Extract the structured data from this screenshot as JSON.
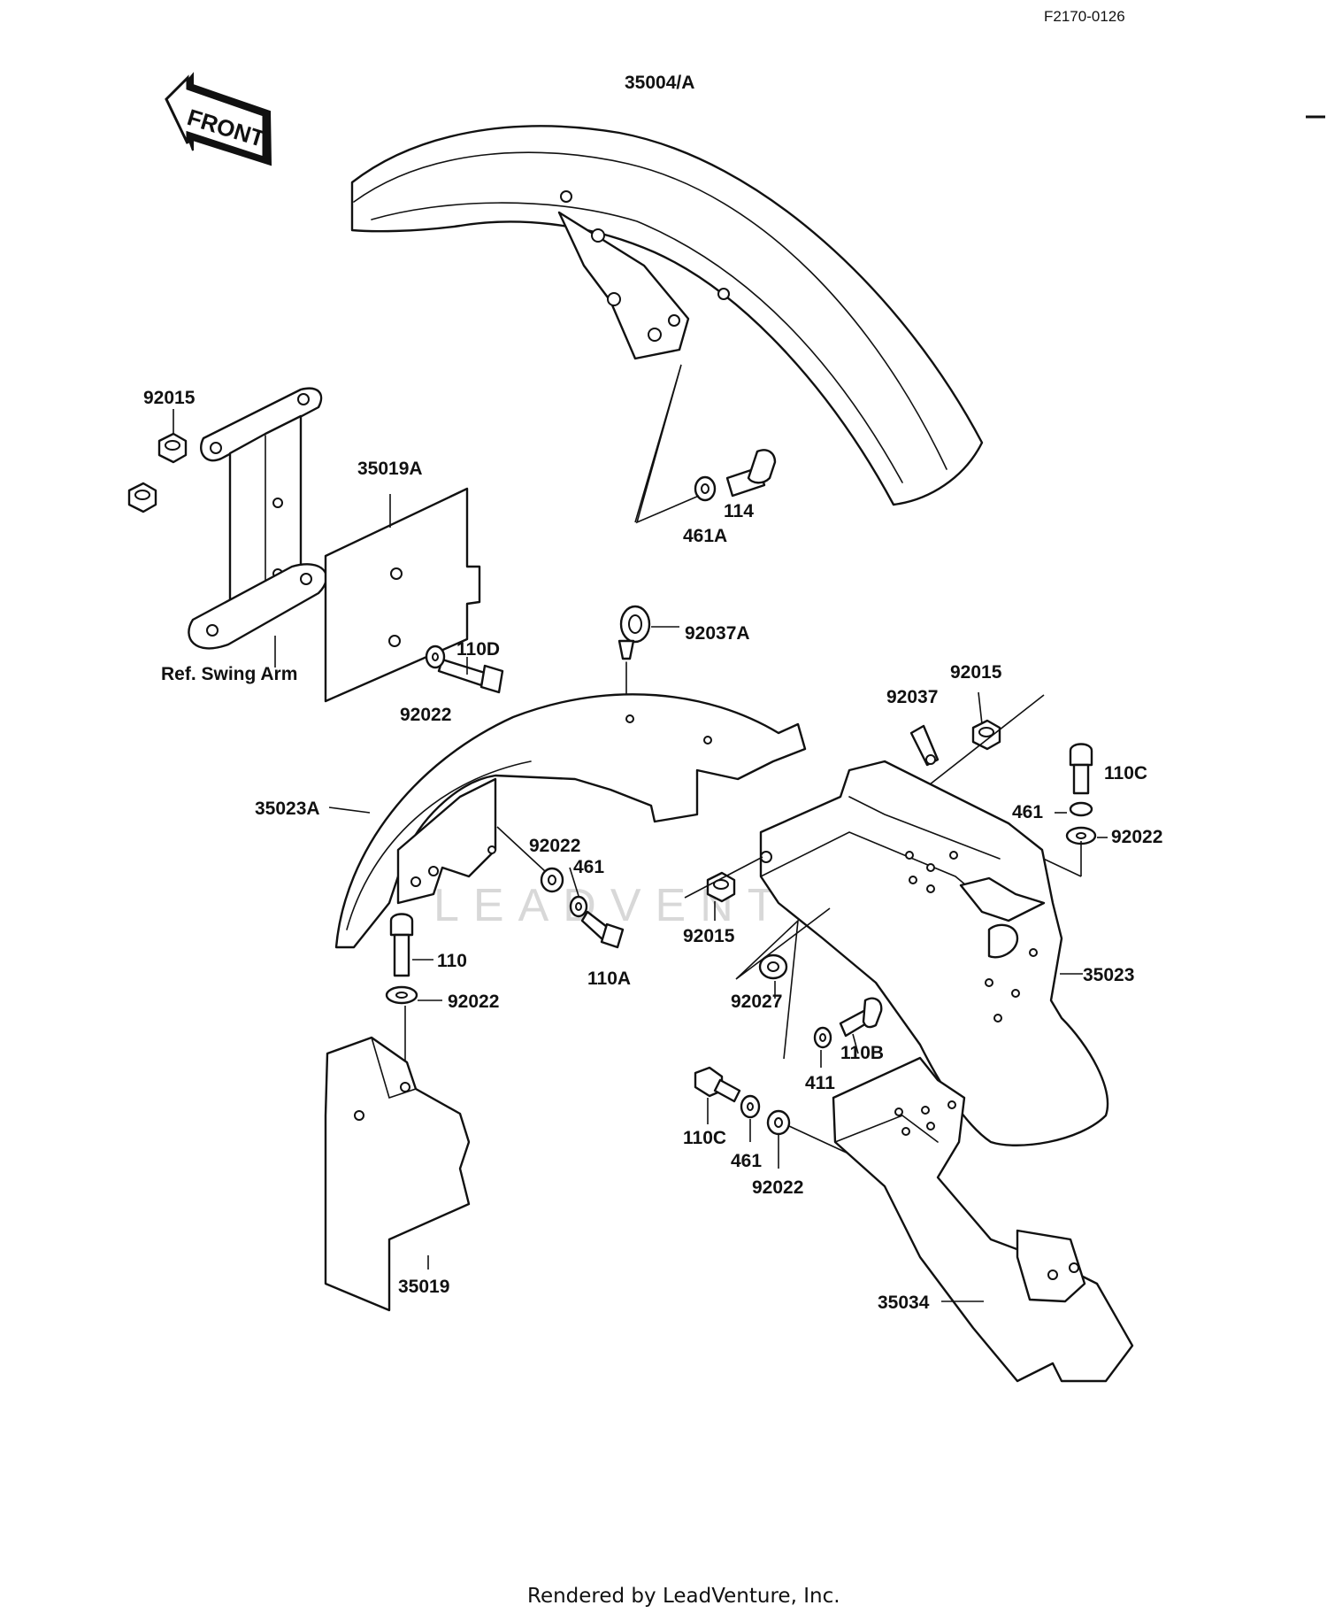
{
  "figure_code": "F2170-0126",
  "front_arrow_text": "FRONT",
  "reference_note": "Ref. Swing Arm",
  "watermark": "LEADVENTURE",
  "footer": "Rendered by LeadVenture, Inc.",
  "callouts": [
    {
      "id": "c-35004a",
      "text": "35004/A"
    },
    {
      "id": "c-92015-a",
      "text": "92015"
    },
    {
      "id": "c-35019a",
      "text": "35019A"
    },
    {
      "id": "c-114",
      "text": "114"
    },
    {
      "id": "c-461a",
      "text": "461A"
    },
    {
      "id": "c-92037a",
      "text": "92037A"
    },
    {
      "id": "c-110d",
      "text": "110D"
    },
    {
      "id": "c-92022-a",
      "text": "92022"
    },
    {
      "id": "c-92015-b",
      "text": "92015"
    },
    {
      "id": "c-92037",
      "text": "92037"
    },
    {
      "id": "c-110c-a",
      "text": "110C"
    },
    {
      "id": "c-461-a",
      "text": "461"
    },
    {
      "id": "c-92022-b",
      "text": "92022"
    },
    {
      "id": "c-35023a",
      "text": "35023A"
    },
    {
      "id": "c-92022-c",
      "text": "92022"
    },
    {
      "id": "c-461-b",
      "text": "461"
    },
    {
      "id": "c-92015-c",
      "text": "92015"
    },
    {
      "id": "c-110a",
      "text": "110A"
    },
    {
      "id": "c-35023",
      "text": "35023"
    },
    {
      "id": "c-110",
      "text": "110"
    },
    {
      "id": "c-92022-d",
      "text": "92022"
    },
    {
      "id": "c-92027",
      "text": "92027"
    },
    {
      "id": "c-110b",
      "text": "110B"
    },
    {
      "id": "c-411",
      "text": "411"
    },
    {
      "id": "c-110c-b",
      "text": "110C"
    },
    {
      "id": "c-461-c",
      "text": "461"
    },
    {
      "id": "c-92022-e",
      "text": "92022"
    },
    {
      "id": "c-35019",
      "text": "35019"
    },
    {
      "id": "c-35034",
      "text": "35034"
    }
  ]
}
